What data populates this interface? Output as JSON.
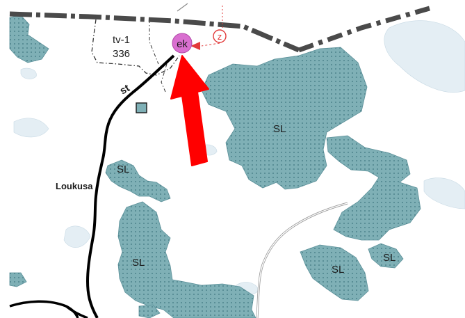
{
  "map": {
    "labels": {
      "sl_zones": [
        "SL",
        "SL",
        "SL",
        "SL",
        "SL"
      ],
      "village": "Loukusa",
      "marker_code": "ek",
      "z_symbol": "z",
      "road_code": "st",
      "area_code": "tv-1",
      "area_number": "336"
    },
    "colors": {
      "protected_area_fill": "#7fb0b6",
      "protected_area_dots": "#3e7580",
      "water": "#e4eef4",
      "main_road": "#000000",
      "boundary": "#555555",
      "marker_fill": "#d96fd0",
      "arrow": "#ff0000",
      "z_symbol": "#e23a3a"
    },
    "icons": {
      "marker": "pink-circle-marker",
      "pointer": "red-arrow-icon",
      "square": "small-square-icon",
      "z_symbol": "circled-z-icon"
    }
  }
}
